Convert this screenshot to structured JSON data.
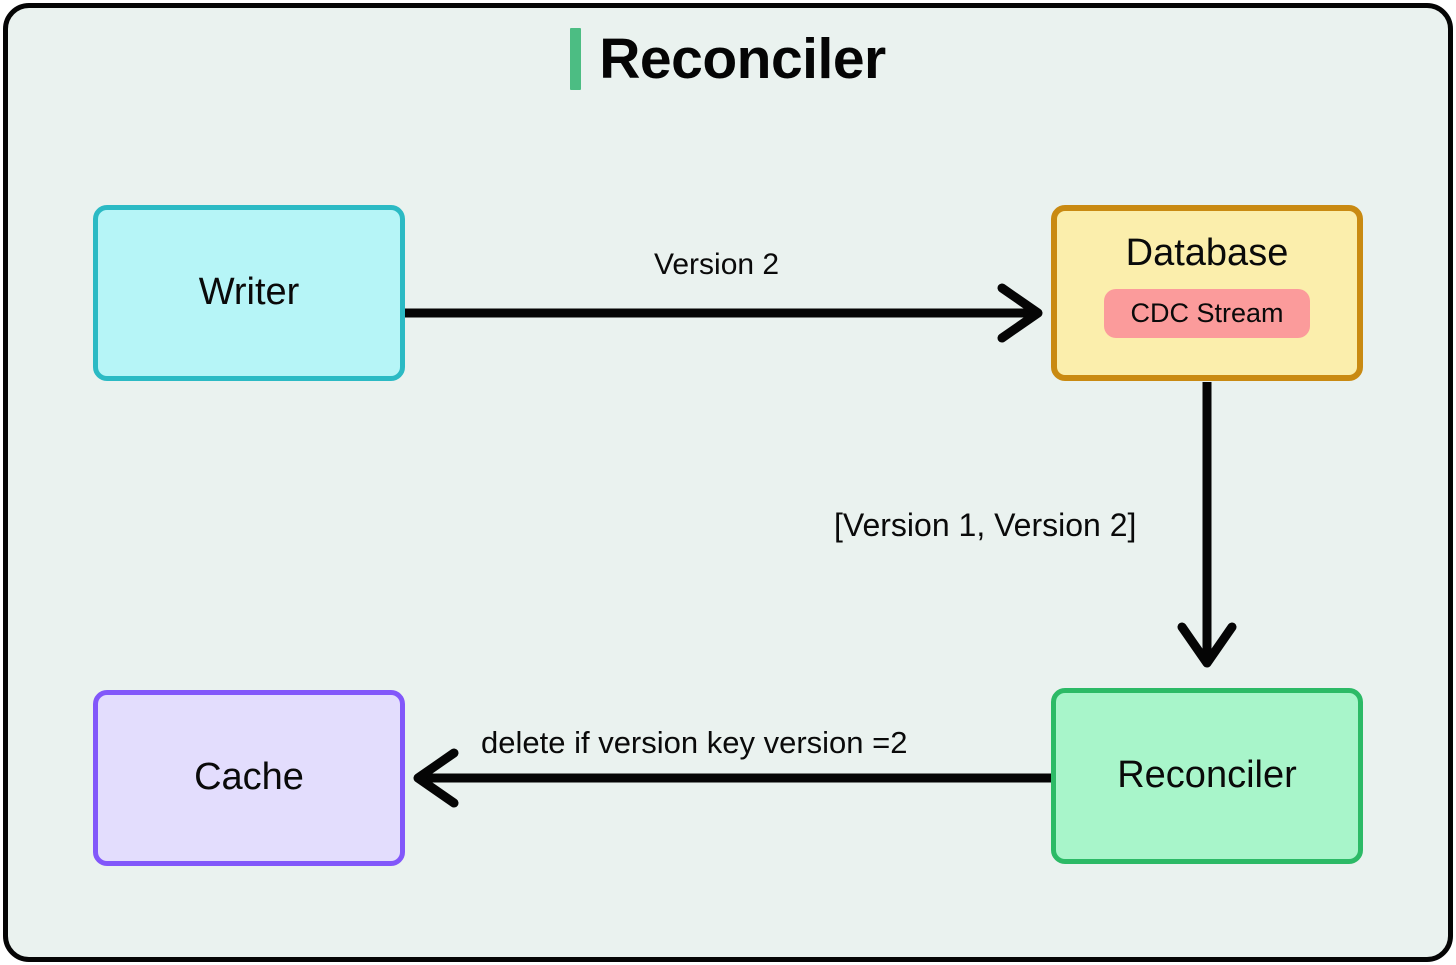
{
  "diagram": {
    "title": "Reconciler",
    "accent_color": "#4cbd83",
    "background_color": "#eaf2ef",
    "frame_border_color": "#050505",
    "nodes": [
      {
        "id": "writer",
        "label": "Writer",
        "fill": "#b6f5f7",
        "stroke": "#2bbac4"
      },
      {
        "id": "database",
        "label": "Database",
        "badge": "CDC Stream",
        "fill": "#fbeeac",
        "stroke": "#c98a12",
        "badge_fill": "#fb9b9b"
      },
      {
        "id": "reconciler",
        "label": "Reconciler",
        "fill": "#a8f5ca",
        "stroke": "#2cba66"
      },
      {
        "id": "cache",
        "label": "Cache",
        "fill": "#e3ddfd",
        "stroke": "#8257fa"
      }
    ],
    "edges": [
      {
        "id": "writer-to-database",
        "from": "writer",
        "to": "database",
        "label": "Version 2",
        "direction": "right"
      },
      {
        "id": "database-to-reconciler",
        "from": "database",
        "to": "reconciler",
        "label": "[Version 1, Version 2]",
        "direction": "down"
      },
      {
        "id": "reconciler-to-cache",
        "from": "reconciler",
        "to": "cache",
        "label": "delete if version key version =2",
        "direction": "left"
      }
    ]
  }
}
